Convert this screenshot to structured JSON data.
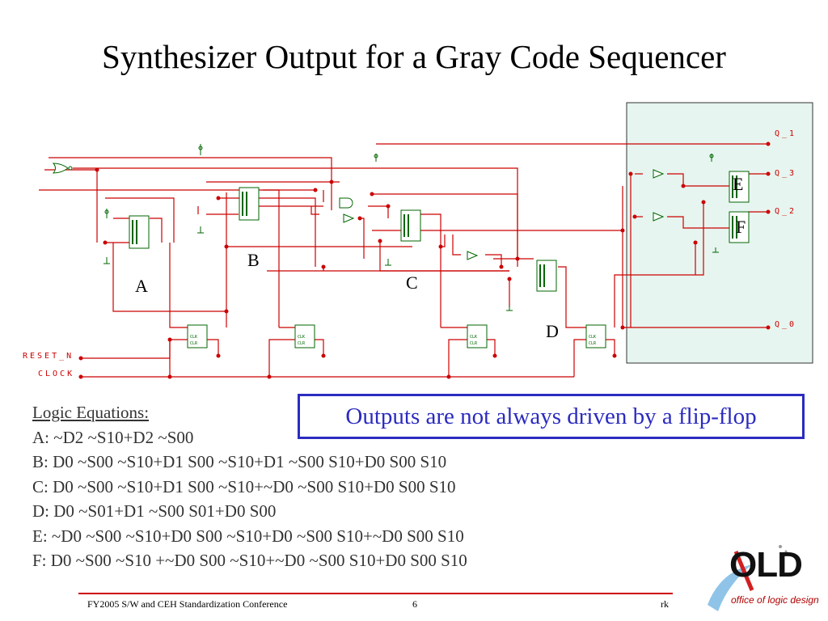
{
  "title": "Synthesizer Output for a Gray Code Sequencer",
  "schematic": {
    "block_labels": [
      "A",
      "B",
      "C",
      "D",
      "E",
      "F"
    ],
    "outputs": [
      "Q_1",
      "Q_3",
      "Q_2",
      "Q_0"
    ],
    "inputs": [
      "RESET_N",
      "CLOCK"
    ]
  },
  "equations": {
    "heading": "Logic Equations:",
    "lines": [
      "A: ~D2 ~S10+D2 ~S00",
      "B: D0 ~S00 ~S10+D1 S00 ~S10+D1 ~S00 S10+D0 S00 S10",
      "C: D0 ~S00 ~S10+D1 S00 ~S10+~D0 ~S00 S10+D0 S00 S10",
      "D: D0 ~S01+D1 ~S00 S01+D0 S00",
      "E: ~D0 ~S00 ~S10+D0 S00 ~S10+D0 ~S00 S10+~D0 S00 S10",
      "F: D0 ~S00 ~S10 +~D0 S00 ~S10+~D0 ~S00 S10+D0 S00 S10"
    ]
  },
  "callout": "Outputs are not always driven by a flip-flop",
  "footer": {
    "conference": "FY2005 S/W and CEH Standardization Conference",
    "page": "6",
    "author": "rk"
  },
  "logo": {
    "text": "OLD",
    "subtitle": "office of logic design"
  },
  "colors": {
    "wire": "#cc0000",
    "device": "#006600",
    "highlight_region": "#e6f5ef",
    "callout_border": "#2b2bc0"
  }
}
